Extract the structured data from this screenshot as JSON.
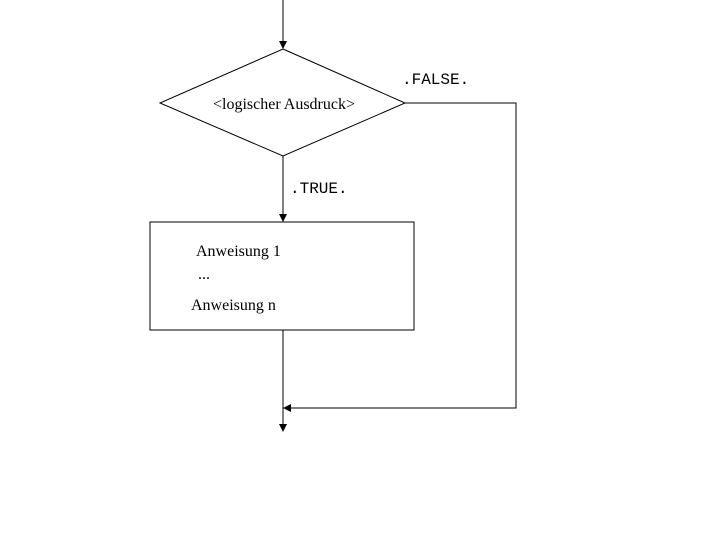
{
  "diagram": {
    "condition": "<logischer Ausdruck>",
    "false_label": ".FALSE.",
    "true_label": ".TRUE.",
    "statements": {
      "first": "Anweisung 1",
      "ellipsis": "...",
      "last": "Anweisung n"
    }
  }
}
